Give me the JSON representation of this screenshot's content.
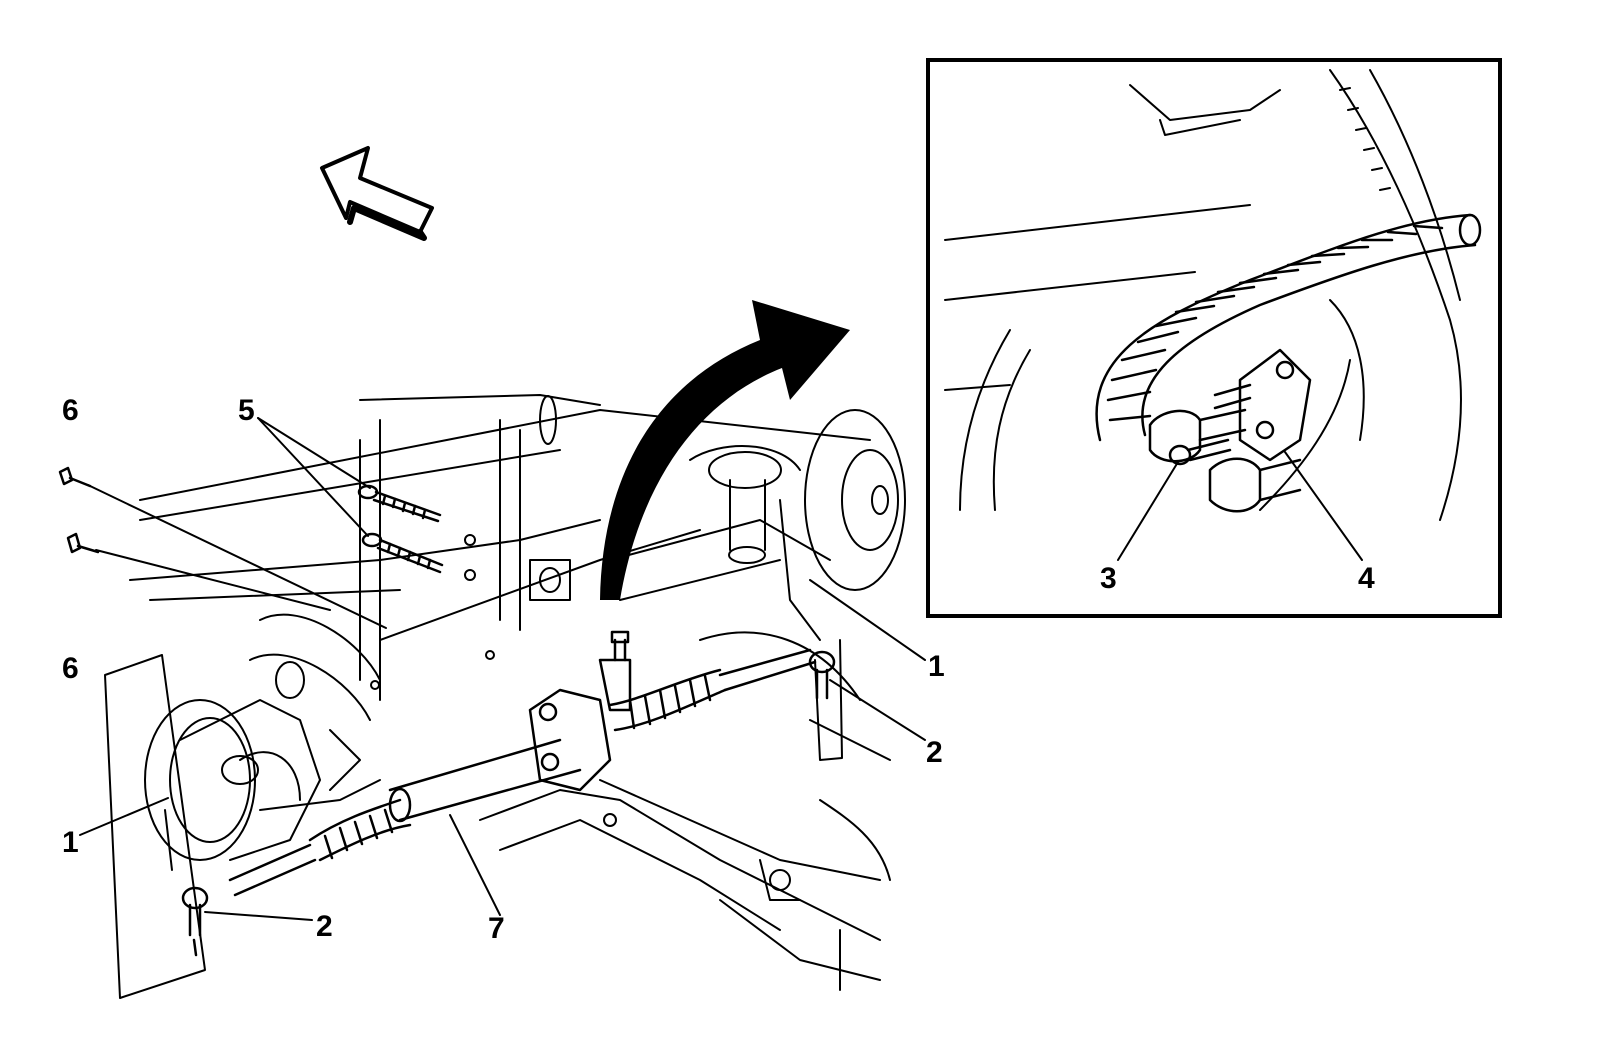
{
  "diagram": {
    "main_view": {
      "callouts": [
        {
          "id": "6a",
          "text": "6"
        },
        {
          "id": "6b",
          "text": "6"
        },
        {
          "id": "5",
          "text": "5"
        },
        {
          "id": "1a",
          "text": "1"
        },
        {
          "id": "1b",
          "text": "1"
        },
        {
          "id": "2a",
          "text": "2"
        },
        {
          "id": "2b",
          "text": "2"
        },
        {
          "id": "7",
          "text": "7"
        }
      ]
    },
    "inset_view": {
      "callouts": [
        {
          "id": "3",
          "text": "3"
        },
        {
          "id": "4",
          "text": "4"
        }
      ]
    },
    "colors": {
      "ink": "#000000",
      "paper": "#ffffff"
    }
  }
}
